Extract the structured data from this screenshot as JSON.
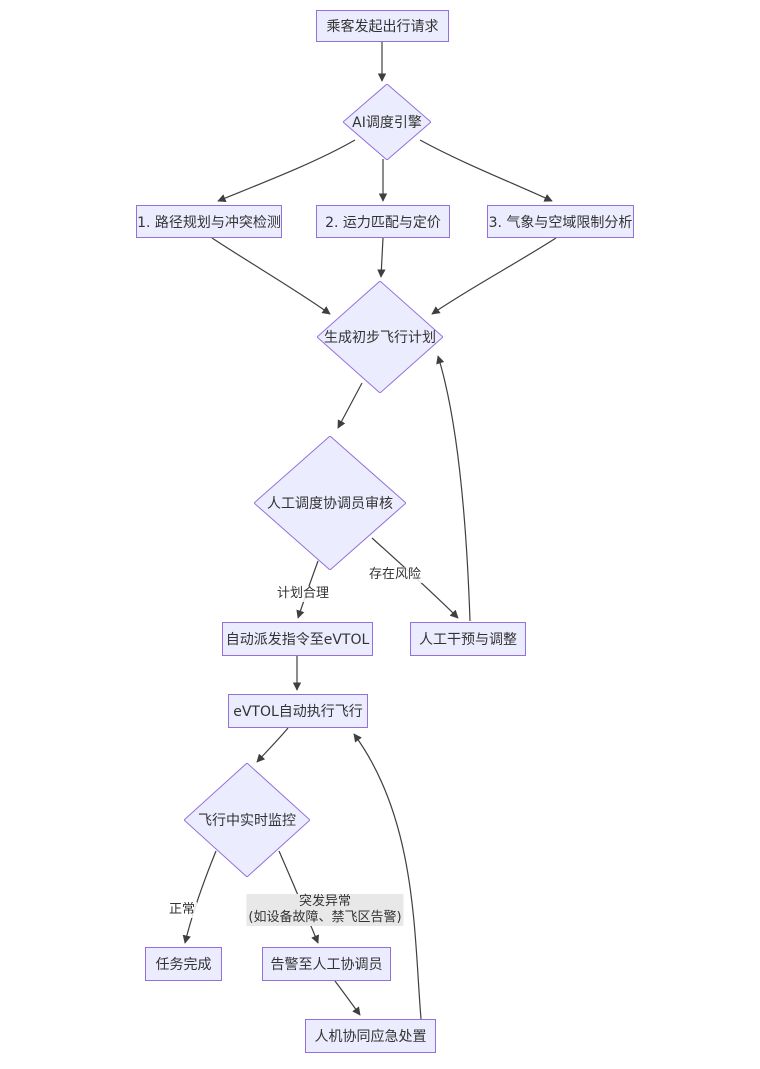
{
  "diagram": {
    "title": "",
    "colors": {
      "node_fill": "#ECECFF",
      "node_border": "#9370DB",
      "edge_line": "#3f3f3f",
      "edge_label_bg": "#e8e8e8",
      "text": "#333333",
      "background": "#ffffff"
    },
    "nodes": [
      {
        "id": "passenger-request",
        "shape": "rect",
        "label": "乘客发起出行请求"
      },
      {
        "id": "ai-engine",
        "shape": "diamond",
        "label": "AI调度引擎"
      },
      {
        "id": "path-planning",
        "shape": "rect",
        "label": "1. 路径规划与冲突检测"
      },
      {
        "id": "capacity-pricing",
        "shape": "rect",
        "label": "2. 运力匹配与定价"
      },
      {
        "id": "weather-airspace",
        "shape": "rect",
        "label": "3. 气象与空域限制分析"
      },
      {
        "id": "draft-plan",
        "shape": "diamond",
        "label": "生成初步飞行计划"
      },
      {
        "id": "human-review",
        "shape": "diamond",
        "label": "人工调度协调员审核"
      },
      {
        "id": "auto-dispatch",
        "shape": "rect",
        "label": "自动派发指令至eVTOL"
      },
      {
        "id": "manual-adjust",
        "shape": "rect",
        "label": "人工干预与调整"
      },
      {
        "id": "evtol-flight",
        "shape": "rect",
        "label": "eVTOL自动执行飞行"
      },
      {
        "id": "realtime-monitor",
        "shape": "diamond",
        "label": "飞行中实时监控"
      },
      {
        "id": "mission-complete",
        "shape": "rect",
        "label": "任务完成"
      },
      {
        "id": "alert-coordinator",
        "shape": "rect",
        "label": "告警至人工协调员"
      },
      {
        "id": "emergency-response",
        "shape": "rect",
        "label": "人机协同应急处置"
      }
    ],
    "edges": [
      {
        "from": "passenger-request",
        "to": "ai-engine",
        "label": ""
      },
      {
        "from": "ai-engine",
        "to": "path-planning",
        "label": ""
      },
      {
        "from": "ai-engine",
        "to": "capacity-pricing",
        "label": ""
      },
      {
        "from": "ai-engine",
        "to": "weather-airspace",
        "label": ""
      },
      {
        "from": "path-planning",
        "to": "draft-plan",
        "label": ""
      },
      {
        "from": "capacity-pricing",
        "to": "draft-plan",
        "label": ""
      },
      {
        "from": "weather-airspace",
        "to": "draft-plan",
        "label": ""
      },
      {
        "from": "draft-plan",
        "to": "human-review",
        "label": ""
      },
      {
        "from": "human-review",
        "to": "auto-dispatch",
        "label": "计划合理"
      },
      {
        "from": "human-review",
        "to": "manual-adjust",
        "label": "存在风险"
      },
      {
        "from": "manual-adjust",
        "to": "draft-plan",
        "label": ""
      },
      {
        "from": "auto-dispatch",
        "to": "evtol-flight",
        "label": ""
      },
      {
        "from": "evtol-flight",
        "to": "realtime-monitor",
        "label": ""
      },
      {
        "from": "realtime-monitor",
        "to": "mission-complete",
        "label": "正常"
      },
      {
        "from": "realtime-monitor",
        "to": "alert-coordinator",
        "label": "突发异常",
        "label_line2": "(如设备故障、禁飞区告警)"
      },
      {
        "from": "alert-coordinator",
        "to": "emergency-response",
        "label": ""
      },
      {
        "from": "emergency-response",
        "to": "evtol-flight",
        "label": ""
      }
    ]
  }
}
